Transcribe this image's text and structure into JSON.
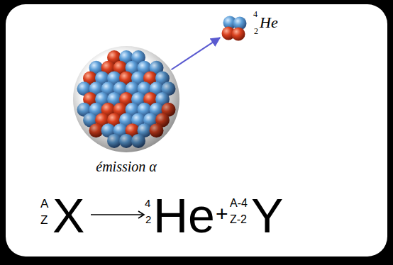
{
  "diagram": {
    "nodes": [
      {
        "text": [
          "émission α"
        ]
      },
      {
        "text": [
          "4",
          "2",
          "He"
        ]
      }
    ],
    "edges": [
      {
        "from": 0,
        "to": 1,
        "arrow": "to"
      }
    ],
    "labels": [
      "A",
      "Z",
      "X",
      "4",
      "2",
      "He",
      "+",
      "A-4",
      "Z-2",
      "Y"
    ]
  }
}
